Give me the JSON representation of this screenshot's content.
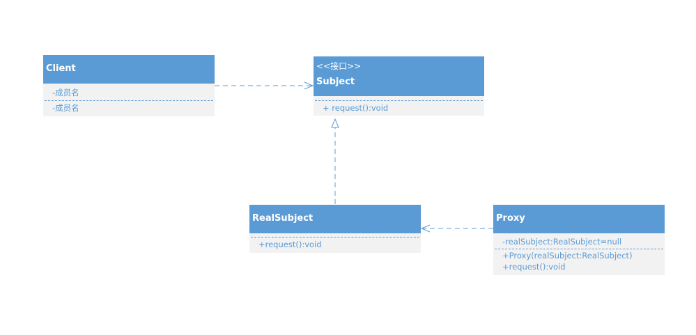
{
  "colors": {
    "header": "#5b9bd5",
    "body": "#f2f2f2",
    "text": "#5b9bd5",
    "line": "#5b9bd5"
  },
  "client": {
    "name": "Client",
    "attributes": [
      "-成员名",
      "-成员名"
    ]
  },
  "subject": {
    "stereotype": "<<接口>>",
    "name": "Subject",
    "operations": [
      "+ request():void"
    ]
  },
  "real_subject": {
    "name": "RealSubject",
    "operations": [
      "+request():void"
    ]
  },
  "proxy": {
    "name": "Proxy",
    "attributes": [
      "-realSubject:RealSubject=null"
    ],
    "operations": [
      "+Proxy(realSubject:RealSubject)",
      "+request():void"
    ]
  },
  "relationships": [
    {
      "from": "client",
      "to": "subject",
      "type": "dependency"
    },
    {
      "from": "real_subject",
      "to": "subject",
      "type": "realization"
    },
    {
      "from": "proxy",
      "to": "real_subject",
      "type": "dependency"
    }
  ]
}
